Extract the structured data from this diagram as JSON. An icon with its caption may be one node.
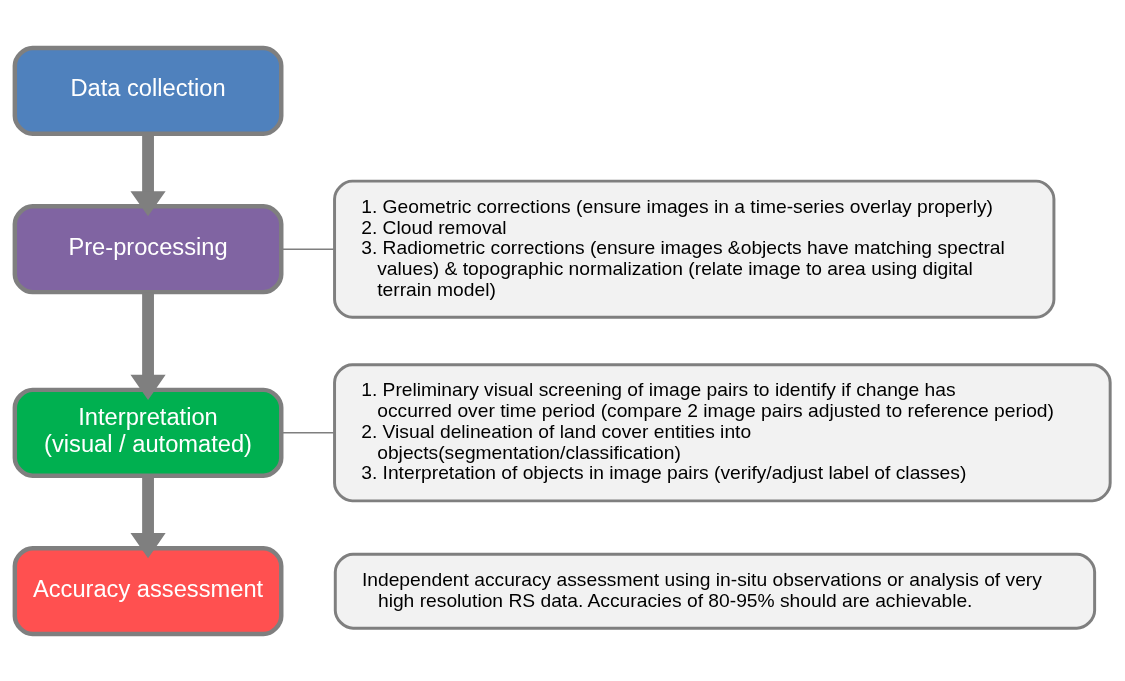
{
  "diagram": {
    "nodes": [
      {
        "text": [
          "Data collection"
        ]
      },
      {
        "text": [
          "Pre-processing"
        ]
      },
      {
        "text": [
          "Interpretation (visual / automated)"
        ]
      },
      {
        "text": [
          "Accuracy assessment"
        ]
      },
      {
        "text": [
          "1. Geometric corrections (ensure images in a time-series overlay properly)",
          "2. Cloud removal",
          "3. Radiometric corrections (ensure images &objects have matching spectral values) & topographic normalization (relate image to area using digital terrain model)"
        ]
      },
      {
        "text": [
          "1. Preliminary visual screening of image pairs to identify if change has occurred over time period (compare 2 image pairs adjusted to reference period)",
          "2. Visual delineation of land cover entities into objects(segmentation/classification)",
          "3. Interpretation of objects in image pairs (verify/adjust label of classes)"
        ]
      },
      {
        "text": [
          "Independent accuracy assessment using in-situ observations or analysis of very high resolution RS data. Accuracies of 80-95% should are achievable."
        ]
      }
    ],
    "edges": [
      {
        "from": 0,
        "to": 1,
        "arrow": "to"
      },
      {
        "from": 1,
        "to": 2,
        "arrow": "to"
      },
      {
        "from": 2,
        "to": 3,
        "arrow": "to"
      },
      {
        "from": 1,
        "to": 4,
        "arrow": "none"
      },
      {
        "from": 2,
        "to": 5,
        "arrow": "none"
      }
    ]
  }
}
